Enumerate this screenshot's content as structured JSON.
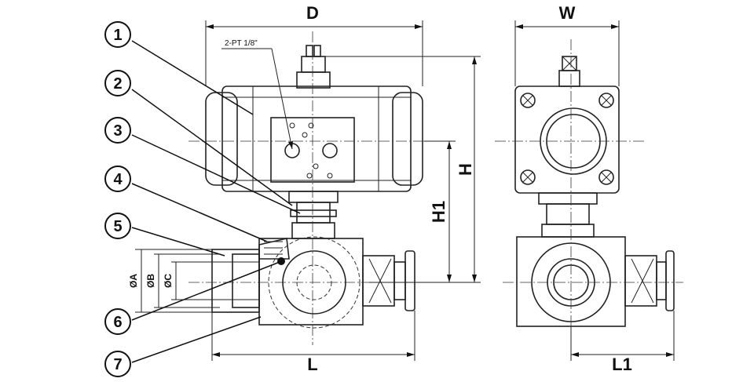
{
  "dimensions": {
    "D": "D",
    "W": "W",
    "H": "H",
    "H1": "H1",
    "L": "L",
    "L1": "L1",
    "A": "ØA",
    "B": "ØB",
    "C": "ØC"
  },
  "port_note": "2-PT 1/8\"",
  "balloons": [
    "1",
    "2",
    "3",
    "4",
    "5",
    "6",
    "7"
  ]
}
